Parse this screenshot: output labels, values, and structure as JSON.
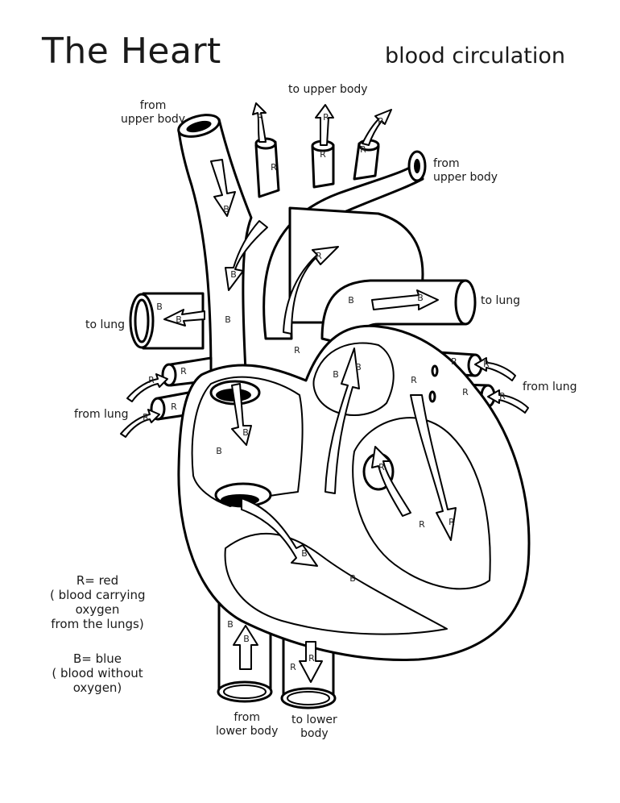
{
  "header": {
    "title": "The Heart",
    "subtitle": "blood circulation"
  },
  "labels": {
    "to_upper_body": "to upper body",
    "from_upper_body_left": [
      "from",
      "upper body"
    ],
    "from_upper_body_right": [
      "from",
      "upper body"
    ],
    "to_lung_left": "to lung",
    "to_lung_right": "to lung",
    "from_lung_left": "from lung",
    "from_lung_right": "from lung",
    "from_lower_body": [
      "from",
      "lower body"
    ],
    "to_lower_body": [
      "to lower",
      "body"
    ]
  },
  "legend": {
    "red": {
      "key": "R= red",
      "desc": [
        "( blood carrying",
        "oxygen",
        "from the lungs)"
      ],
      "color": "#d62828"
    },
    "blue": {
      "key": "B= blue",
      "desc": [
        "( blood without",
        "oxygen)"
      ],
      "color": "#1d4ed8"
    }
  },
  "markers": {
    "red": "R",
    "blue": "B"
  }
}
